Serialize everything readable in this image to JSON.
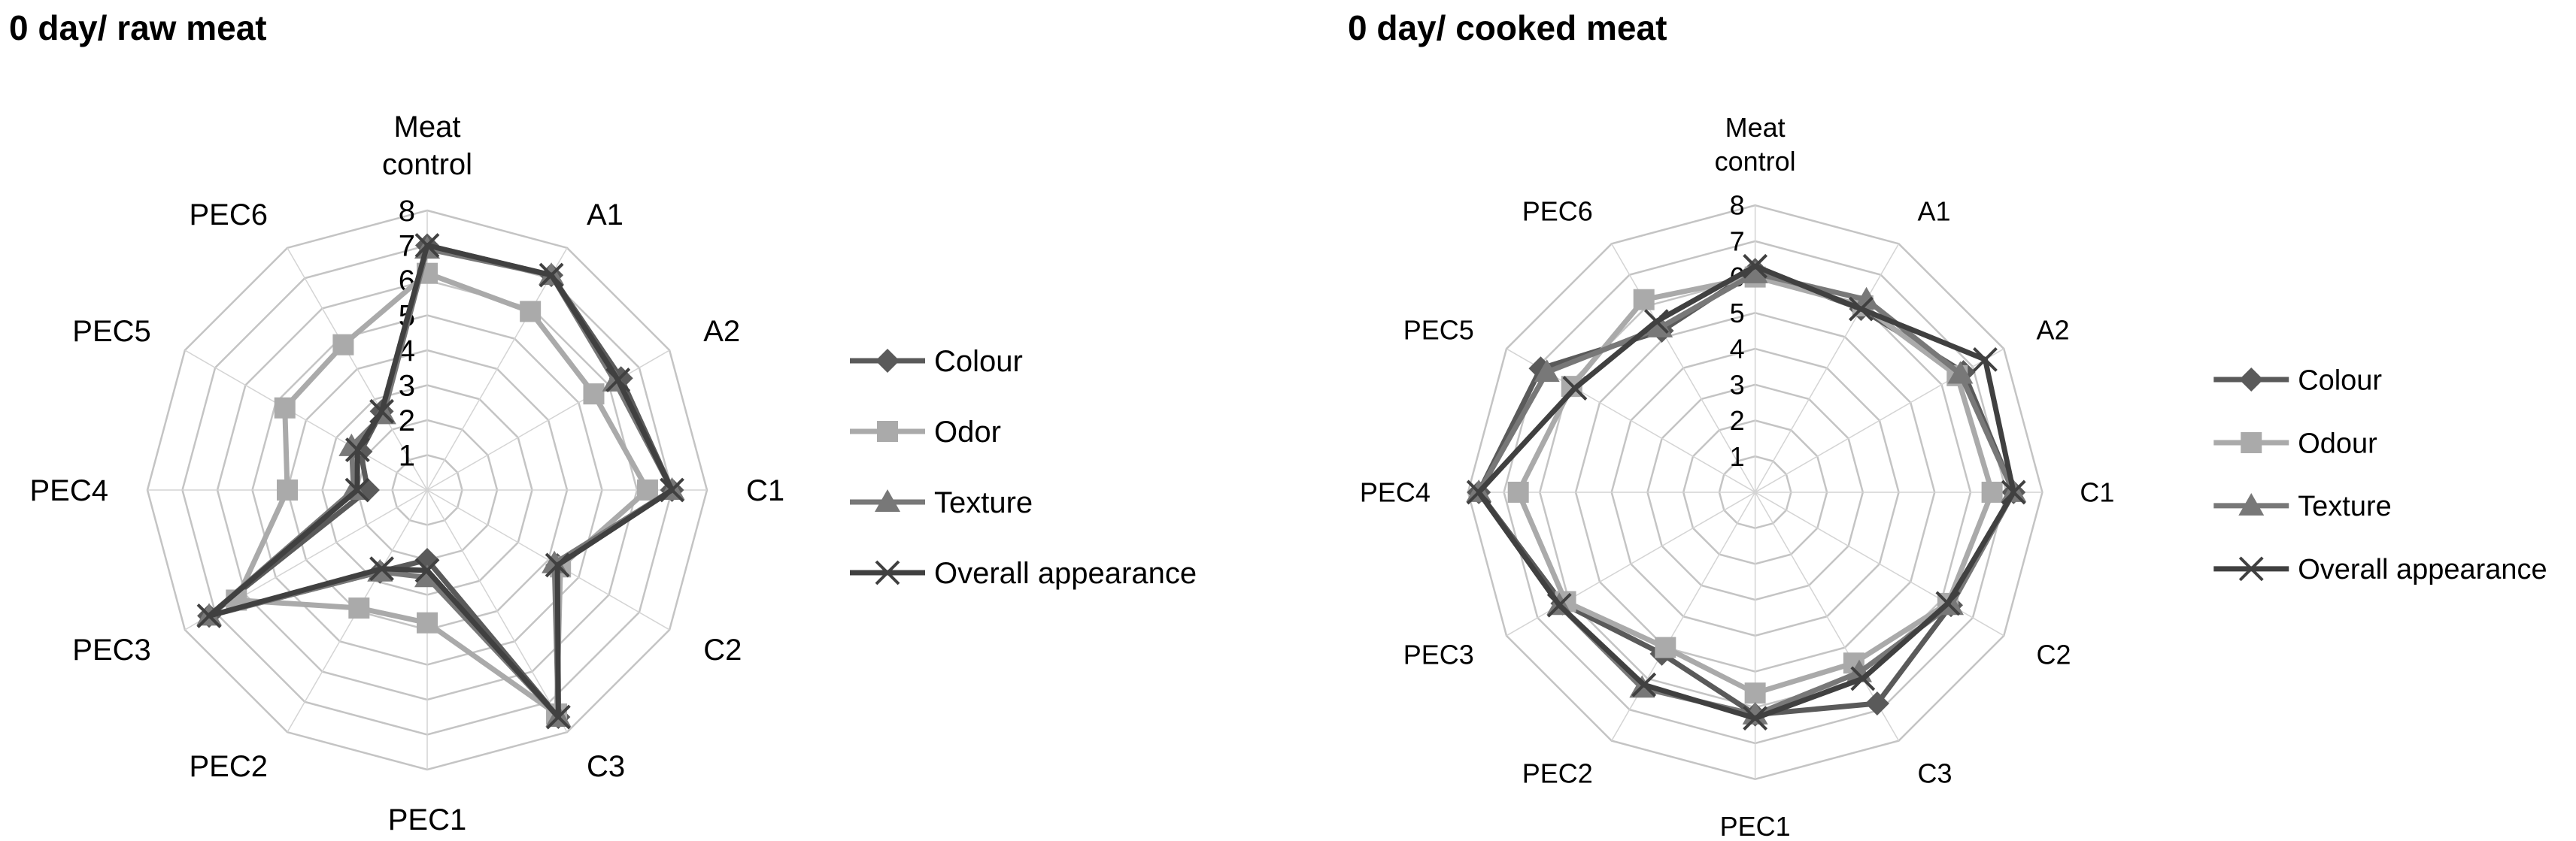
{
  "chart_data": [
    {
      "type": "radar",
      "title": "0 day/ raw meat",
      "categories": [
        "Meat control",
        "A1",
        "A2",
        "C1",
        "C2",
        "C3",
        "PEC1",
        "PEC2",
        "PEC3",
        "PEC4",
        "PEC5",
        "PEC6"
      ],
      "rmin": 0,
      "rmax": 8,
      "ticks": [
        1,
        2,
        3,
        4,
        5,
        6,
        7,
        8
      ],
      "grid": true,
      "legend_position": "right",
      "series": [
        {
          "name": "Colour",
          "color": "#5a5a5a",
          "marker": "diamond",
          "values": [
            7.0,
            7.1,
            6.4,
            7.0,
            4.3,
            7.5,
            2.0,
            2.7,
            7.2,
            1.7,
            2.2,
            2.6
          ]
        },
        {
          "name": "Odor",
          "color": "#aaaaaa",
          "marker": "square",
          "values": [
            6.2,
            5.9,
            5.5,
            6.3,
            4.4,
            7.4,
            3.8,
            3.9,
            6.3,
            4.0,
            4.7,
            4.8
          ]
        },
        {
          "name": "Texture",
          "color": "#787878",
          "marker": "triangle",
          "values": [
            6.9,
            7.1,
            6.2,
            7.0,
            4.2,
            7.5,
            2.5,
            2.7,
            7.2,
            2.1,
            2.5,
            2.5
          ]
        },
        {
          "name": "Overall appearance",
          "color": "#404040",
          "marker": "x",
          "values": [
            7.0,
            7.1,
            6.3,
            7.0,
            4.3,
            7.5,
            2.3,
            2.6,
            7.2,
            2.0,
            2.3,
            2.6
          ]
        }
      ]
    },
    {
      "type": "radar",
      "title": "0 day/ cooked meat",
      "categories": [
        "Meat control",
        "A1",
        "A2",
        "C1",
        "C2",
        "C3",
        "PEC1",
        "PEC2",
        "PEC3",
        "PEC4",
        "PEC5",
        "PEC6"
      ],
      "rmin": 0,
      "rmax": 8,
      "ticks": [
        1,
        2,
        3,
        4,
        5,
        6,
        7,
        8
      ],
      "grid": true,
      "legend_position": "right",
      "series": [
        {
          "name": "Colour",
          "color": "#5a5a5a",
          "marker": "diamond",
          "values": [
            6.2,
            5.9,
            6.7,
            7.2,
            6.3,
            6.8,
            6.2,
            5.2,
            6.2,
            7.7,
            6.9,
            5.2
          ]
        },
        {
          "name": "Odour",
          "color": "#aaaaaa",
          "marker": "square",
          "values": [
            6.0,
            6.0,
            6.5,
            6.6,
            6.2,
            5.5,
            5.6,
            5.0,
            6.1,
            6.6,
            5.9,
            6.2
          ]
        },
        {
          "name": "Texture",
          "color": "#787878",
          "marker": "triangle",
          "values": [
            6.1,
            6.2,
            6.6,
            7.2,
            6.3,
            5.8,
            6.2,
            6.3,
            6.3,
            7.7,
            6.7,
            5.3
          ]
        },
        {
          "name": "Overall appearance",
          "color": "#404040",
          "marker": "x",
          "values": [
            6.3,
            5.9,
            7.4,
            7.2,
            6.2,
            6.0,
            6.3,
            6.2,
            6.3,
            7.7,
            5.8,
            5.5
          ]
        }
      ]
    }
  ]
}
